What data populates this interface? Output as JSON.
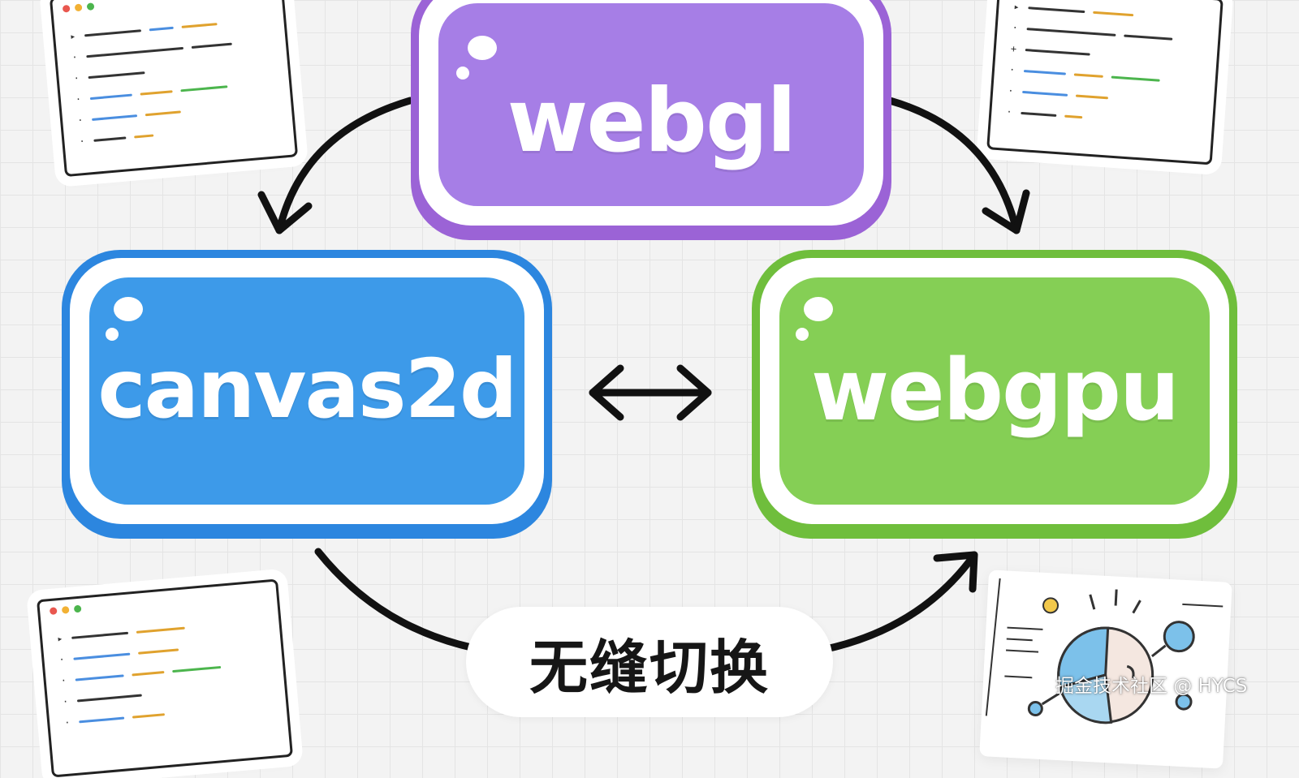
{
  "nodes": {
    "webgl": {
      "label": "webgl",
      "color": "#a67ee6"
    },
    "canvas2d": {
      "label": "canvas2d",
      "color": "#3d9ae9"
    },
    "webgpu": {
      "label": "webgpu",
      "color": "#85cf55"
    }
  },
  "switch_label": "无缝切换",
  "watermark": "掘金技术社区 @ HYCS",
  "arrow_color": "#111111",
  "icons": [
    "code-window-icon",
    "pie-chart-icon",
    "bidirectional-arrow-icon"
  ]
}
